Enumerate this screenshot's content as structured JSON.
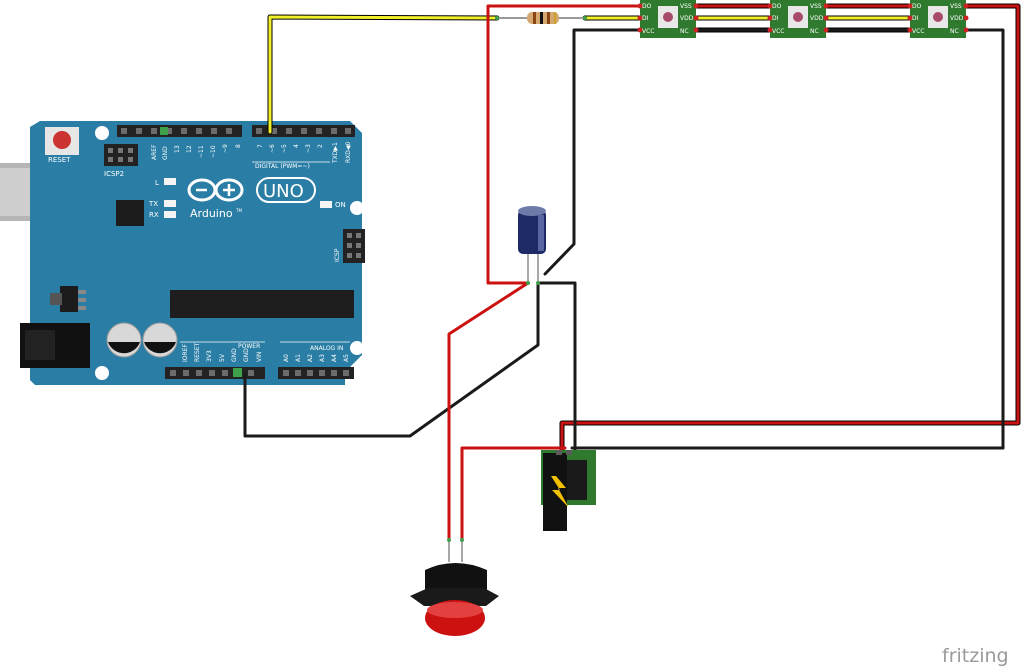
{
  "arduino": {
    "reset_label": "RESET",
    "icsp2_label": "ICSP2",
    "icsp_label": "ICSP",
    "l_label": "L",
    "tx_label": "TX",
    "rx_label": "RX",
    "on_label": "ON",
    "logo_name": "Arduino",
    "tm": "TM",
    "uno_label": "UNO",
    "digital_label": "DIGITAL (PWM=~)",
    "txd_label": "TXD▶1",
    "rxd_label": "RXD◀0",
    "power_label": "POWER",
    "analog_label": "ANALOG IN",
    "top_pins": [
      "AREF",
      "GND",
      "13",
      "12",
      "~11",
      "~10",
      "~9",
      "8"
    ],
    "top_pins_right": [
      "7",
      "~6",
      "~5",
      "4",
      "~3",
      "2"
    ],
    "power_pins": [
      "IOREF",
      "RESET",
      "3V3",
      "5V",
      "GND",
      "GND",
      "VIN"
    ],
    "analog_pins": [
      "A0",
      "A1",
      "A2",
      "A3",
      "A4",
      "A5"
    ]
  },
  "leds": [
    {
      "tl": "DO",
      "tr": "VSS",
      "ml": "DI",
      "mr": "VDD",
      "bl": "VCC",
      "br": "NC"
    },
    {
      "tl": "DO",
      "tr": "VSS",
      "ml": "DI",
      "mr": "VDD",
      "bl": "VCC",
      "br": "NC"
    },
    {
      "tl": "DO",
      "tr": "VSS",
      "ml": "DI",
      "mr": "VDD",
      "bl": "VCC",
      "br": "NC"
    }
  ],
  "watermark": "fritzing",
  "colors": {
    "board": "#2a7ea5",
    "wire_red": "#cc1111",
    "wire_black": "#1a1a1a",
    "wire_yellow": "#f1ef2a",
    "led_pcb": "#2f7a2f"
  }
}
